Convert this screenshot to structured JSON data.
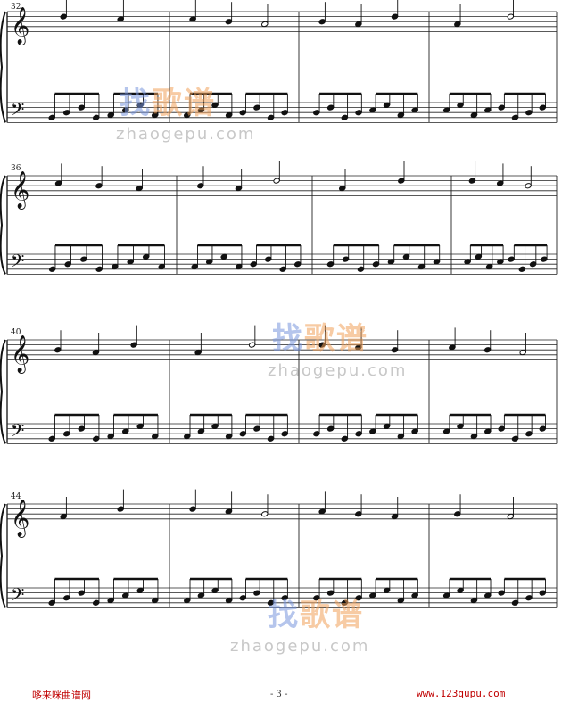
{
  "score": {
    "measure_numbers": [
      "32",
      "36",
      "40",
      "44"
    ]
  },
  "watermark": {
    "brand_cn": [
      "找",
      "歌",
      "谱"
    ],
    "domain": "zhaogepu.com"
  },
  "footer": {
    "left": "哆来咪曲谱网",
    "page": "- 3 -",
    "right": "www.123qupu.com"
  }
}
